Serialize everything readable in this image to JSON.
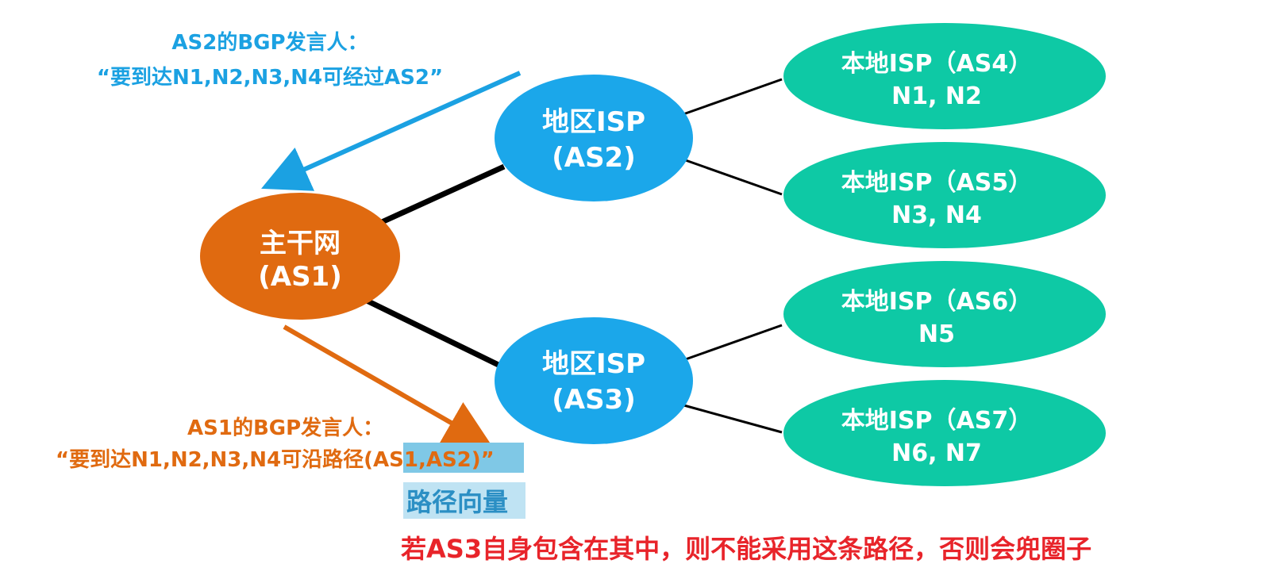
{
  "colors": {
    "backbone": "#e06a10",
    "regional": "#1ba7ea",
    "local": "#0ec9a5",
    "blue_text": "#1ba1e2",
    "orange_text": "#e06a10",
    "highlight": "#7fc8e6",
    "red_text": "#e8242a"
  },
  "nodes": {
    "backbone": {
      "line1": "主干网",
      "line2": "(AS1)"
    },
    "regional_as2": {
      "line1": "地区ISP",
      "line2": "(AS2)"
    },
    "regional_as3": {
      "line1": "地区ISP",
      "line2": "(AS3)"
    },
    "local_as4": {
      "line1": "本地ISP（AS4）",
      "line2": "N1, N2"
    },
    "local_as5": {
      "line1": "本地ISP（AS5）",
      "line2": "N3, N4"
    },
    "local_as6": {
      "line1": "本地ISP（AS6）",
      "line2": "N5"
    },
    "local_as7": {
      "line1": "本地ISP（AS7）",
      "line2": "N6, N7"
    }
  },
  "messages": {
    "as2_speaker": {
      "line1": "AS2的BGP发言人：",
      "line2": "“要到达N1,N2,N3,N4可经过AS2”"
    },
    "as1_speaker": {
      "line1": "AS1的BGP发言人：",
      "line2_prefix": "“要到达N1,N2,N3,N4可沿路径",
      "line2_path": "(AS1,AS2)",
      "line2_suffix": "”"
    }
  },
  "path_vector_label": "路径向量",
  "note": "若AS3自身包含在其中，则不能采用这条路径，否则会兜圈子"
}
